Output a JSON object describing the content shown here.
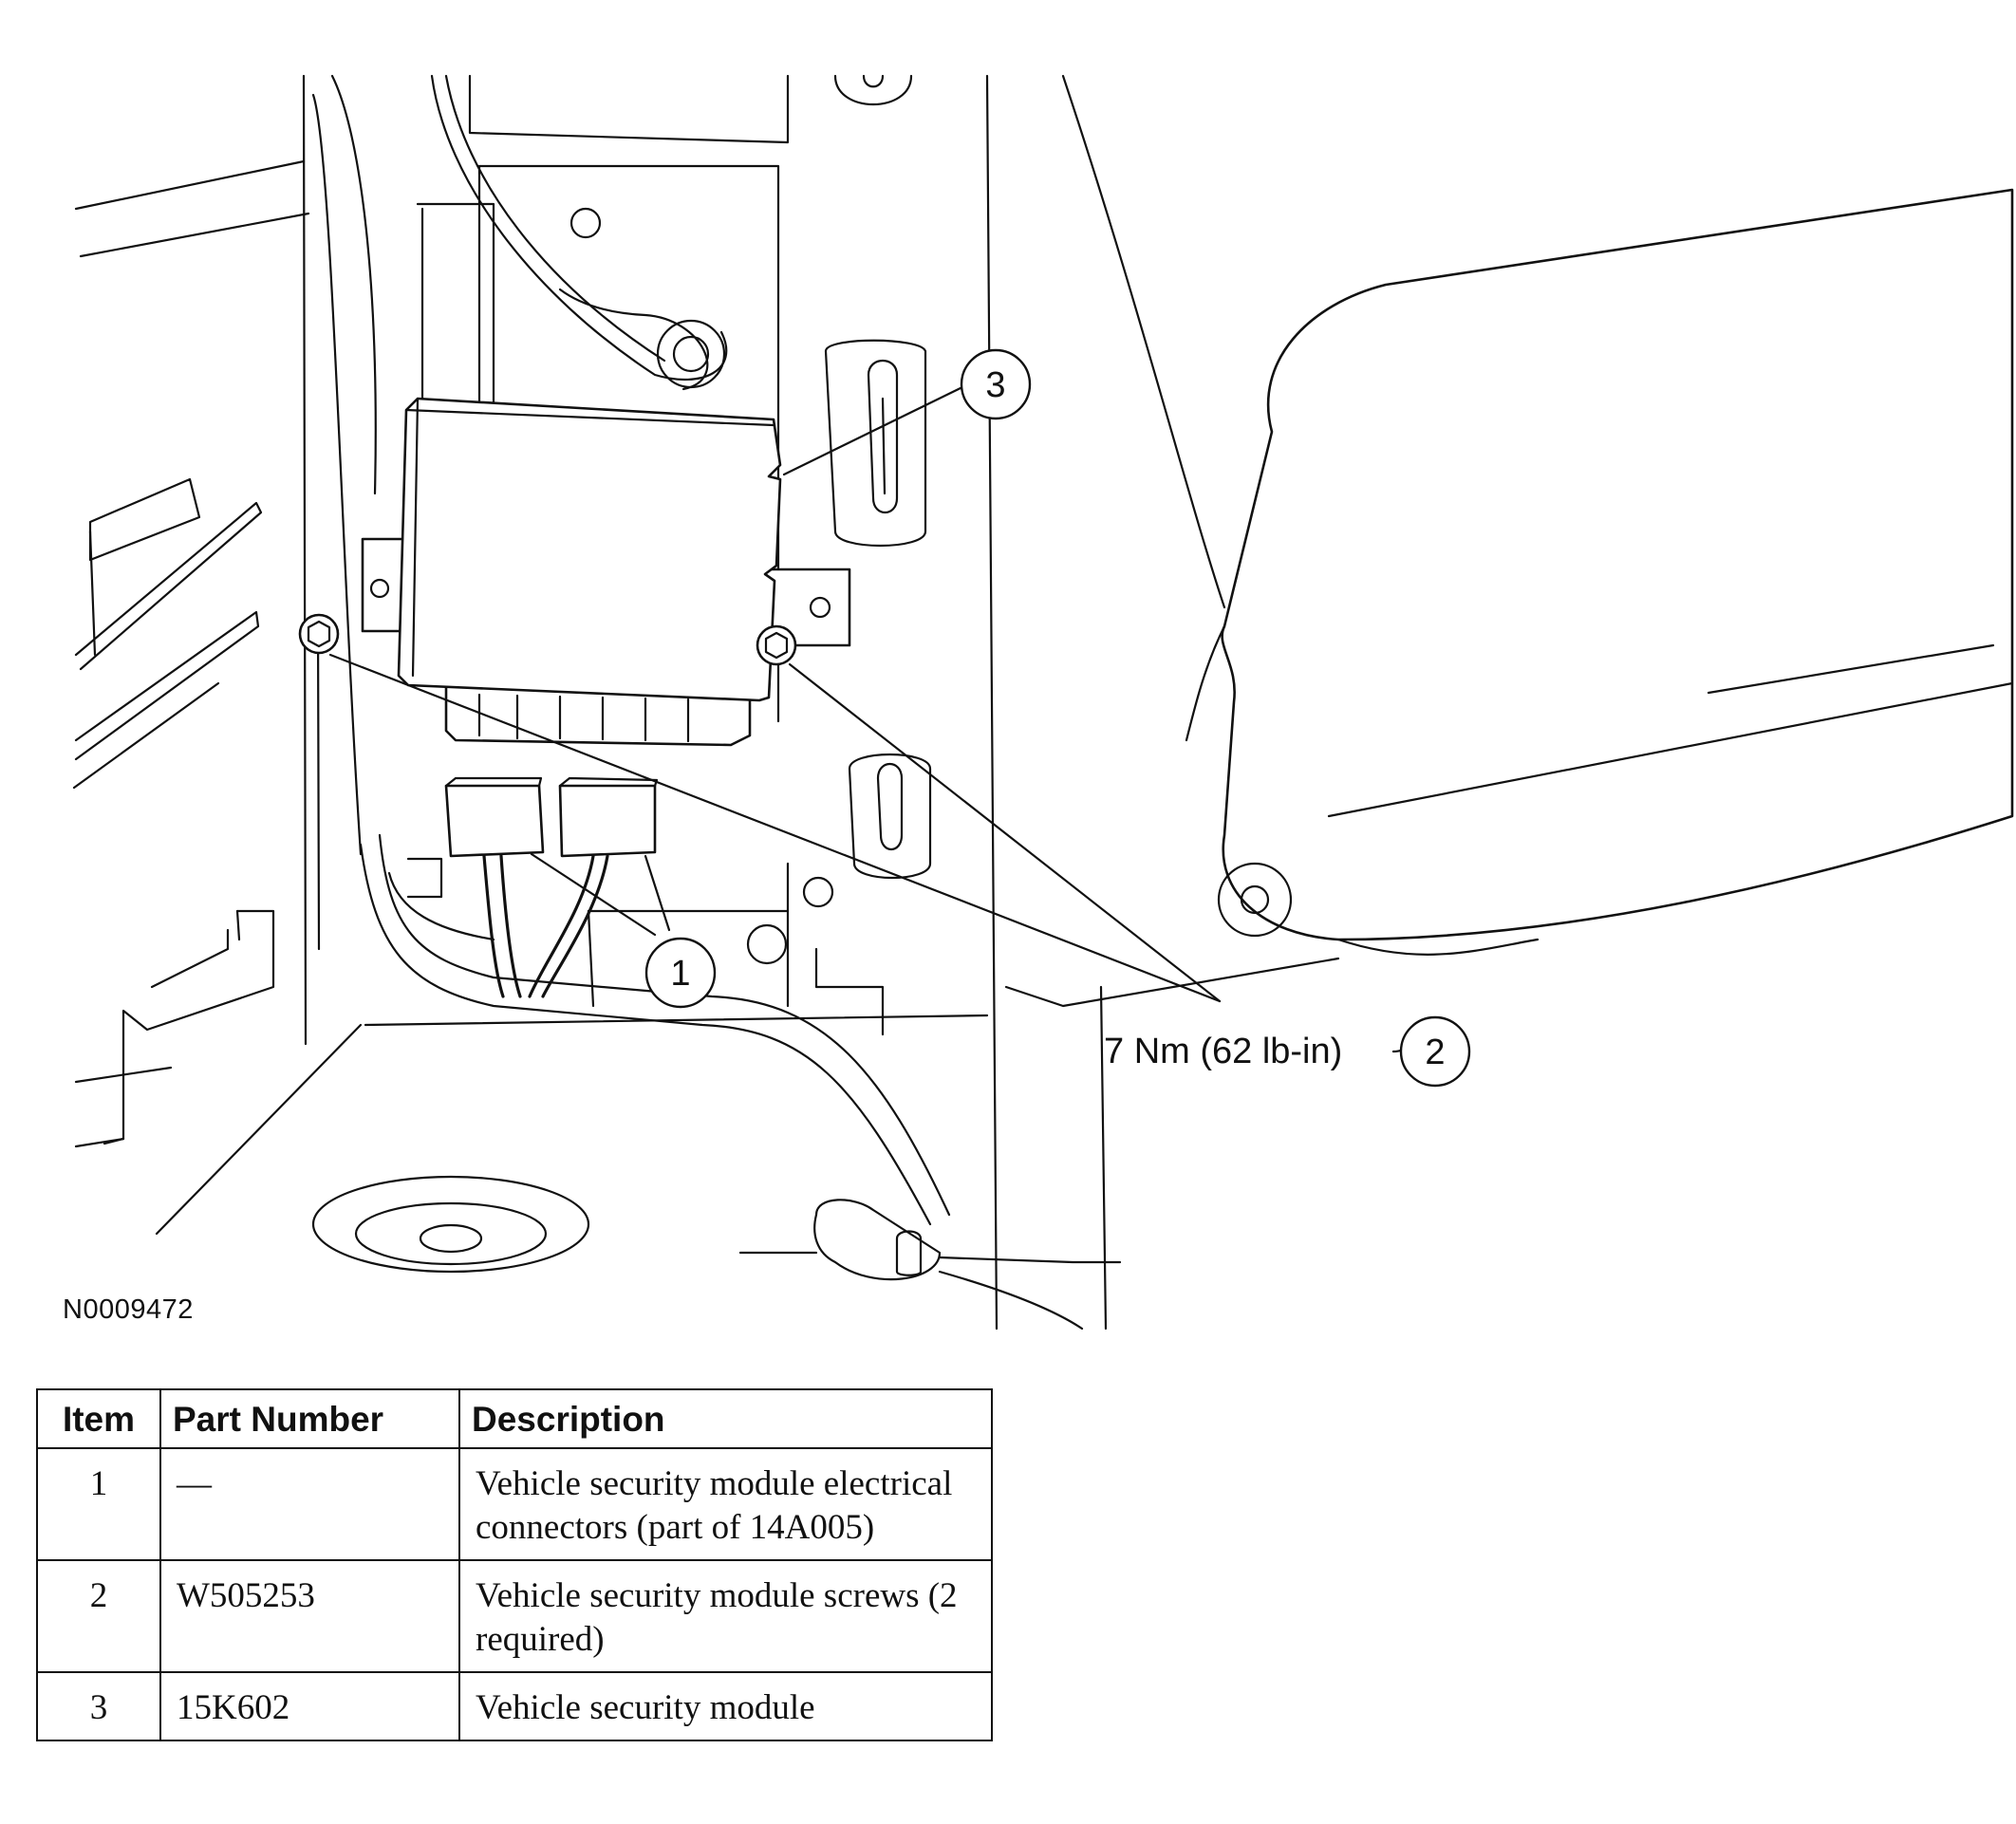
{
  "figure_id": "N0009472",
  "callouts": {
    "c1": "1",
    "c2": "2",
    "c3": "3"
  },
  "torque_label": "7 Nm (62 lb-in)",
  "table": {
    "headers": [
      "Item",
      "Part Number",
      "Description"
    ],
    "rows": [
      {
        "item": "1",
        "part_number": "—",
        "description": "Vehicle security module electrical connectors (part of 14A005)"
      },
      {
        "item": "2",
        "part_number": "W505253",
        "description": "Vehicle security module screws (2 required)"
      },
      {
        "item": "3",
        "part_number": "15K602",
        "description": "Vehicle security module"
      }
    ]
  }
}
